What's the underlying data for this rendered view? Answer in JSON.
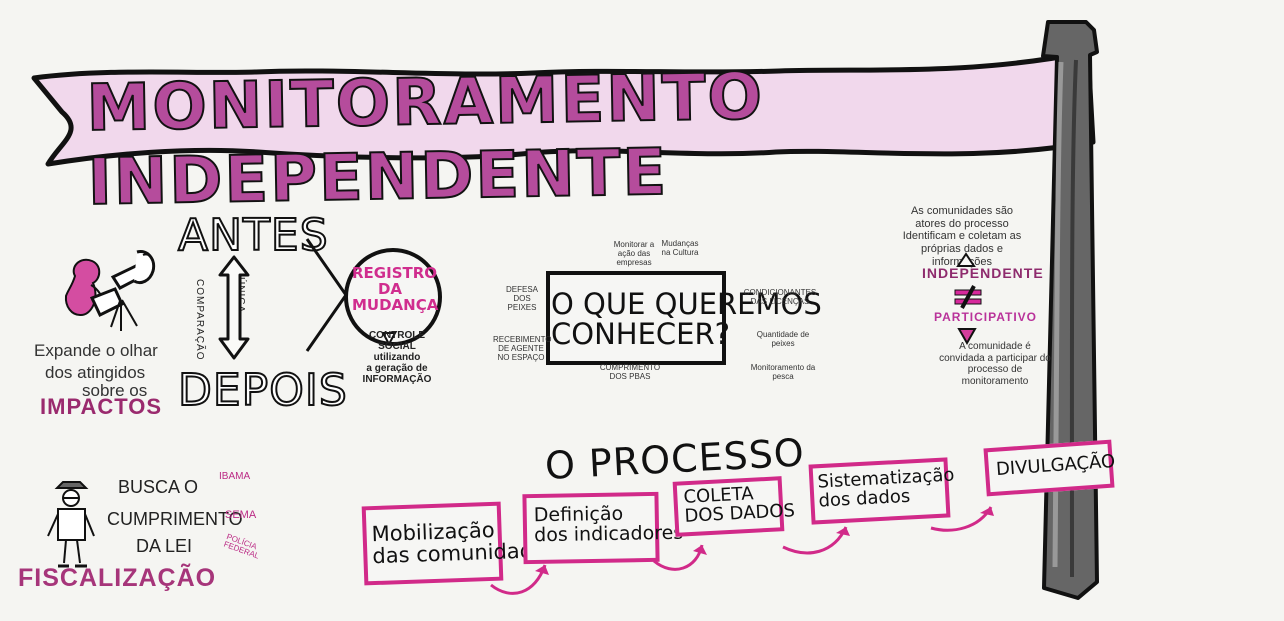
{
  "banner": {
    "title": "MONITORAMENTO INDEPENDENTE"
  },
  "left": {
    "antes": "ANTES",
    "depois": "DEPOIS",
    "vertical_left": "COMPARAÇÃO",
    "vertical_right": "ÚNICA",
    "impactos_lines": [
      "Expande o olhar",
      "dos atingidos",
      "sobre os"
    ],
    "impactos": "IMPACTOS",
    "registro": "REGISTRO\nDA\nMUDANÇA",
    "controle": "CONTROLE\nSOCIAL\nutilizando\na geração de\nINFORMAÇÃO"
  },
  "center": {
    "main": "O QUE QUEREMOS\nCONHECER?",
    "labels": {
      "left_top": "DEFESA\nDOS PEIXES",
      "left_bottom": "RECEBIMENTO\nDE AGENTE\nNO ESPAÇO",
      "top_left": "Monitorar\na ação das\nempresas",
      "top_right": "Mudanças\nna\nCultura",
      "right_top": "CONDICIONANTES\nDAS LICENÇAS",
      "right_middle": "Quantidade de\npeixes",
      "right_bottom": "Monitoramento\nda pesca",
      "bottom": "CUMPRIMENTO\nDOS PBAS"
    }
  },
  "right": {
    "top_text": "As comunidades são\natores do processo\nIdentificam e coletam\nas próprias dados\ne informações",
    "independente": "INDEPENDENTE",
    "participativo": "PARTICIPATIVO",
    "bottom_text": "A comunidade é\nconvidada\na participar do\nprocesso de\nmonitoramento"
  },
  "process": {
    "title": "O PROCESSO",
    "steps": [
      "Mobilização\ndas comunidades",
      "Definição\ndos indicadores",
      "COLETA\nDOS DADOS",
      "Sistematização\ndos dados",
      "DIVULGAÇÃO"
    ]
  },
  "bottom_left": {
    "busca": "BUSCA O",
    "cumprimento": "CUMPRIMENTO",
    "dalei": "DA LEI",
    "ibama": "IBAMA",
    "sema": "SEMA",
    "policia": "POLÍCIA\nFEDERAL",
    "fiscalizacao": "FISCALIZAÇÃO"
  },
  "colors": {
    "magenta": "#d12a89",
    "banner_fill": "#f1d8ec",
    "pole_gray": "#555555"
  }
}
